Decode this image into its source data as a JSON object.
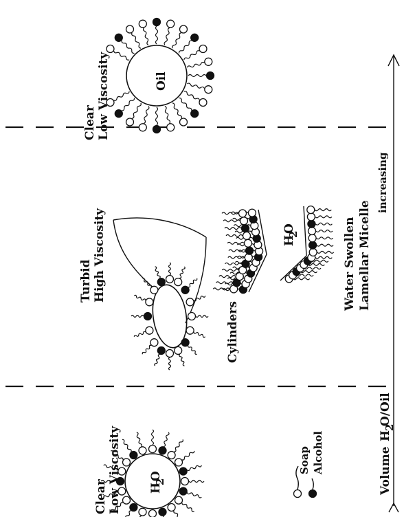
{
  "regions": {
    "left": {
      "line1": "Clear",
      "line2": "Low Viscosity",
      "core_label": "H",
      "core_sub": "2",
      "core_tail": "O"
    },
    "middle": {
      "line1": "Turbid",
      "line2": "High Viscosity",
      "cylinders_label": "Cylinders",
      "water_label": "H",
      "water_sub": "2",
      "water_tail": "O",
      "lamellar_line1": "Water Swollen",
      "lamellar_line2": "Lamellar Micelle"
    },
    "right": {
      "line1": "Clear",
      "line2": "Low Viscosity",
      "core_label": "Oil"
    }
  },
  "legend": {
    "soap": "Soap",
    "alcohol": "Alcohol"
  },
  "axis": {
    "prefix": "Volume",
    "h": "H",
    "sub": "2",
    "tail": "O/Oil",
    "direction": "increasing"
  },
  "colors": {
    "ink": "#111111",
    "soap_head": "#ffffff",
    "alcohol_head": "#111111"
  }
}
